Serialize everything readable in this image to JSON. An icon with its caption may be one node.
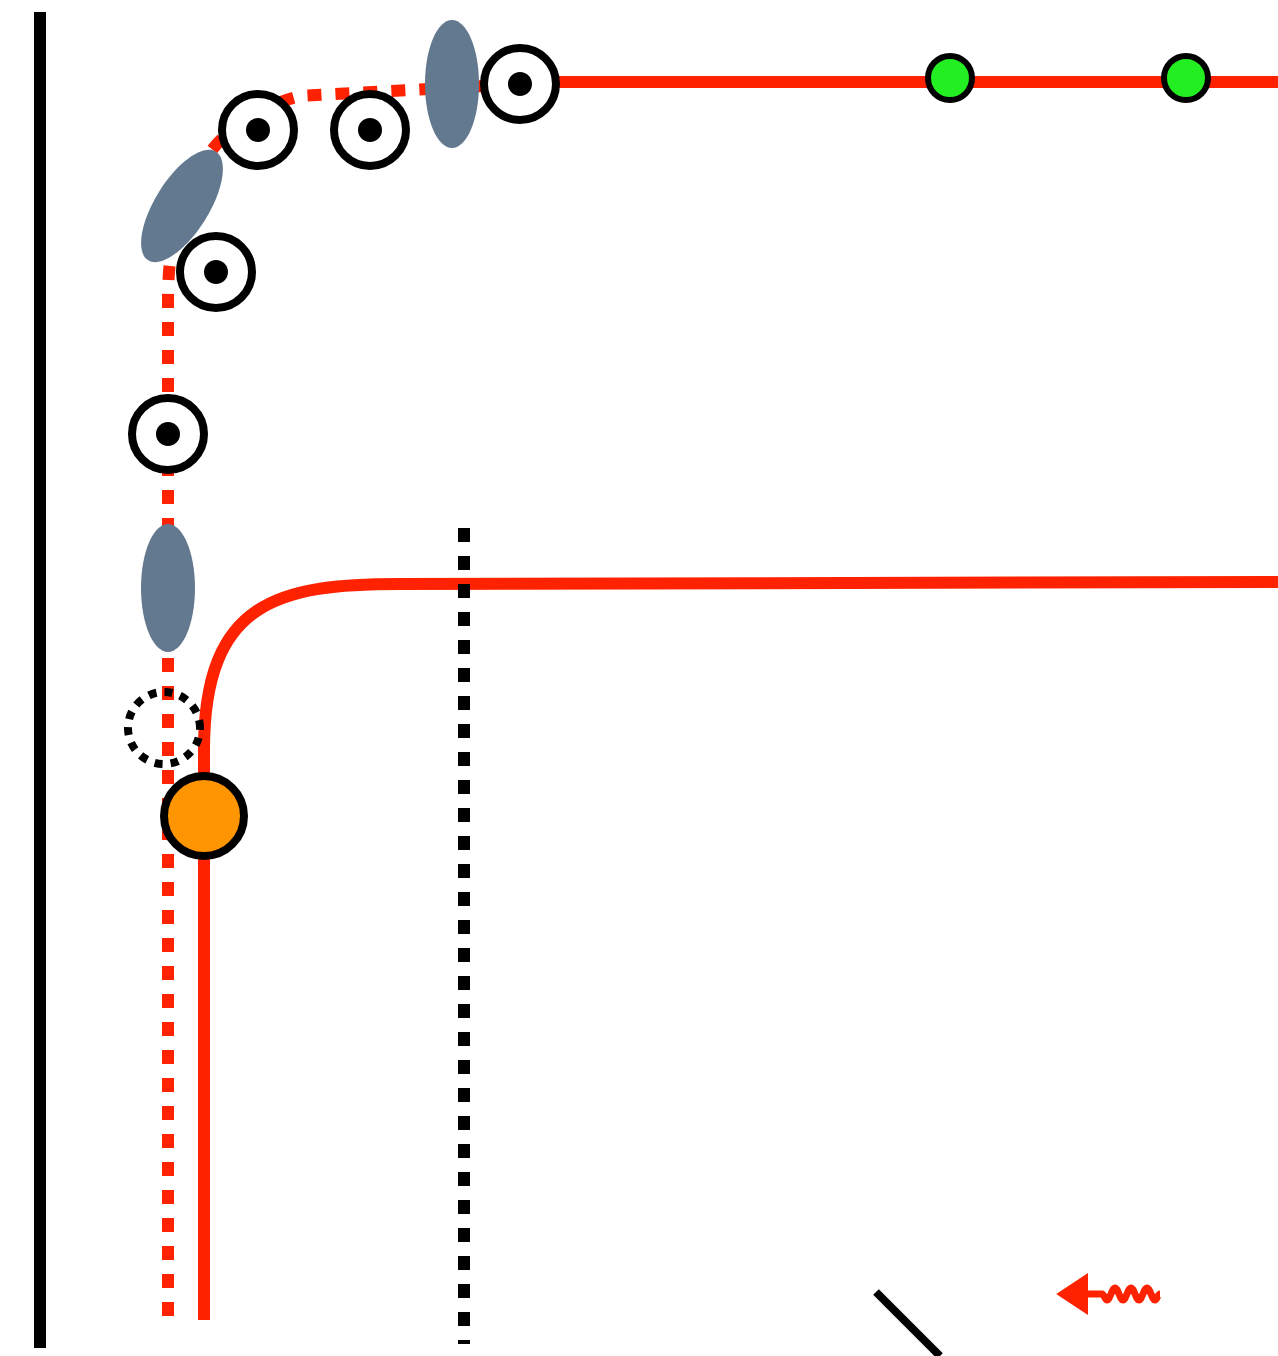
{
  "diagram": {
    "nodes": [
      {
        "text": [],
        "shape": "dot"
      },
      {
        "text": [],
        "shape": "dot"
      },
      {
        "text": [],
        "shape": "ellipse"
      },
      {
        "text": [],
        "shape": "ring"
      },
      {
        "text": [],
        "shape": "ring"
      },
      {
        "text": [],
        "shape": "ring"
      },
      {
        "text": [],
        "shape": "ellipse"
      },
      {
        "text": [],
        "shape": "ring"
      },
      {
        "text": [],
        "shape": "ring"
      },
      {
        "text": [],
        "shape": "ellipse"
      },
      {
        "text": [],
        "shape": "circle"
      },
      {
        "text": [],
        "shape": "circle"
      }
    ]
  }
}
